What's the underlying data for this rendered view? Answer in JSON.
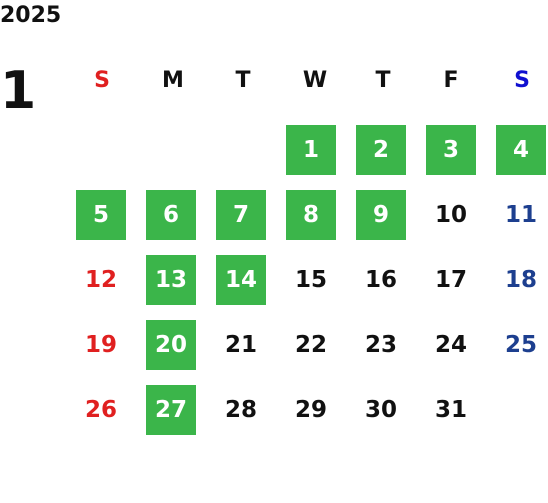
{
  "header": {
    "year": "2025",
    "month": "1"
  },
  "weekdays": [
    {
      "label": "S",
      "color": "#e02020"
    },
    {
      "label": "M",
      "color": "#111111"
    },
    {
      "label": "T",
      "color": "#111111"
    },
    {
      "label": "W",
      "color": "#111111"
    },
    {
      "label": "T",
      "color": "#111111"
    },
    {
      "label": "F",
      "color": "#111111"
    },
    {
      "label": "S",
      "color": "#1010d0"
    }
  ],
  "colors": {
    "highlight": "#3bb54a",
    "sunday": "#e02020",
    "saturday": "#1d3f8f",
    "weekday": "#111111"
  },
  "days": [
    {
      "day": "1",
      "weekday": 3,
      "week": 0,
      "highlighted": true
    },
    {
      "day": "2",
      "weekday": 4,
      "week": 0,
      "highlighted": true
    },
    {
      "day": "3",
      "weekday": 5,
      "week": 0,
      "highlighted": true
    },
    {
      "day": "4",
      "weekday": 6,
      "week": 0,
      "highlighted": true
    },
    {
      "day": "5",
      "weekday": 0,
      "week": 1,
      "highlighted": true
    },
    {
      "day": "6",
      "weekday": 1,
      "week": 1,
      "highlighted": true
    },
    {
      "day": "7",
      "weekday": 2,
      "week": 1,
      "highlighted": true
    },
    {
      "day": "8",
      "weekday": 3,
      "week": 1,
      "highlighted": true
    },
    {
      "day": "9",
      "weekday": 4,
      "week": 1,
      "highlighted": true
    },
    {
      "day": "10",
      "weekday": 5,
      "week": 1,
      "highlighted": false
    },
    {
      "day": "11",
      "weekday": 6,
      "week": 1,
      "highlighted": false
    },
    {
      "day": "12",
      "weekday": 0,
      "week": 2,
      "highlighted": false
    },
    {
      "day": "13",
      "weekday": 1,
      "week": 2,
      "highlighted": true
    },
    {
      "day": "14",
      "weekday": 2,
      "week": 2,
      "highlighted": true
    },
    {
      "day": "15",
      "weekday": 3,
      "week": 2,
      "highlighted": false
    },
    {
      "day": "16",
      "weekday": 4,
      "week": 2,
      "highlighted": false
    },
    {
      "day": "17",
      "weekday": 5,
      "week": 2,
      "highlighted": false
    },
    {
      "day": "18",
      "weekday": 6,
      "week": 2,
      "highlighted": false
    },
    {
      "day": "19",
      "weekday": 0,
      "week": 3,
      "highlighted": false
    },
    {
      "day": "20",
      "weekday": 1,
      "week": 3,
      "highlighted": true
    },
    {
      "day": "21",
      "weekday": 2,
      "week": 3,
      "highlighted": false
    },
    {
      "day": "22",
      "weekday": 3,
      "week": 3,
      "highlighted": false
    },
    {
      "day": "23",
      "weekday": 4,
      "week": 3,
      "highlighted": false
    },
    {
      "day": "24",
      "weekday": 5,
      "week": 3,
      "highlighted": false
    },
    {
      "day": "25",
      "weekday": 6,
      "week": 3,
      "highlighted": false
    },
    {
      "day": "26",
      "weekday": 0,
      "week": 4,
      "highlighted": false
    },
    {
      "day": "27",
      "weekday": 1,
      "week": 4,
      "highlighted": true
    },
    {
      "day": "28",
      "weekday": 2,
      "week": 4,
      "highlighted": false
    },
    {
      "day": "29",
      "weekday": 3,
      "week": 4,
      "highlighted": false
    },
    {
      "day": "30",
      "weekday": 4,
      "week": 4,
      "highlighted": false
    },
    {
      "day": "31",
      "weekday": 5,
      "week": 4,
      "highlighted": false
    }
  ]
}
